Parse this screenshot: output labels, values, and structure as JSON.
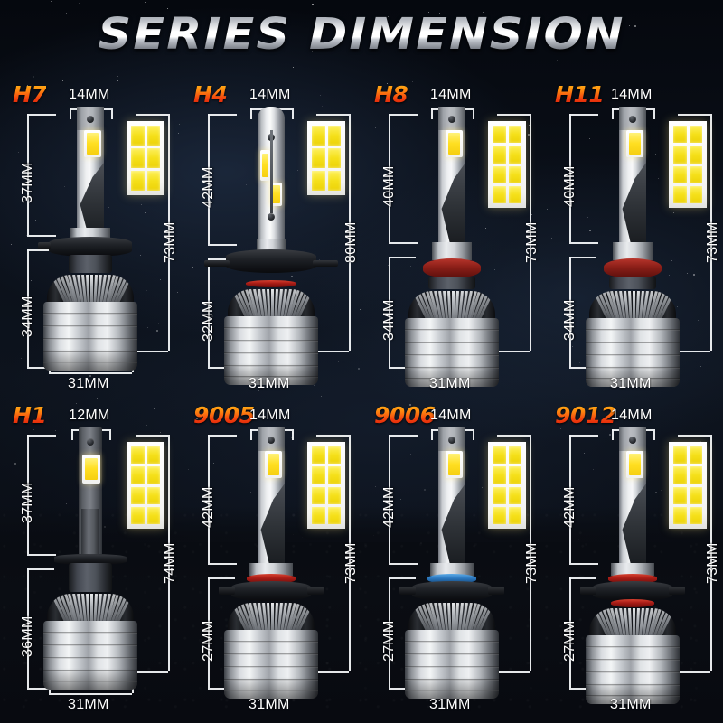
{
  "title": "SERIES DIMENSION",
  "colors": {
    "label_gradient_top": "#ffc21a",
    "label_gradient_bottom": "#cf1406",
    "dimension_text": "#ffffff",
    "ring_red": "#a81c16",
    "ring_blue": "#2a76bd",
    "chip_yellow": "#f5e01a",
    "background": "#06090f"
  },
  "units": "MM",
  "bulbs": [
    {
      "model": "H7",
      "width": "14MM",
      "upper_height": "37MM",
      "lower_height": "34MM",
      "total_height": "73MM",
      "base_width": "31MM",
      "ring_color": "none",
      "chip_rows": 3,
      "chip_cols": 2,
      "shaft_style": "silver",
      "base_style": "flange-plain"
    },
    {
      "model": "H4",
      "width": "14MM",
      "upper_height": "42MM",
      "lower_height": "32MM",
      "total_height": "80MM",
      "base_width": "31MM",
      "ring_color": "red",
      "chip_rows": 3,
      "chip_cols": 2,
      "shaft_style": "dual",
      "base_style": "flange-wide"
    },
    {
      "model": "H8",
      "width": "14MM",
      "upper_height": "40MM",
      "lower_height": "34MM",
      "total_height": "73MM",
      "base_width": "31MM",
      "ring_color": "maroon",
      "chip_rows": 4,
      "chip_cols": 2,
      "shaft_style": "silver",
      "base_style": "collar-thick"
    },
    {
      "model": "H11",
      "width": "14MM",
      "upper_height": "40MM",
      "lower_height": "34MM",
      "total_height": "73MM",
      "base_width": "31MM",
      "ring_color": "maroon",
      "chip_rows": 4,
      "chip_cols": 2,
      "shaft_style": "silver",
      "base_style": "collar-thick"
    },
    {
      "model": "H1",
      "width": "12MM",
      "upper_height": "37MM",
      "lower_height": "36MM",
      "total_height": "74MM",
      "base_width": "31MM",
      "ring_color": "none",
      "chip_rows": 4,
      "chip_cols": 2,
      "shaft_style": "dark",
      "base_style": "disc-plain"
    },
    {
      "model": "9005",
      "width": "14MM",
      "upper_height": "42MM",
      "lower_height": "27MM",
      "total_height": "73MM",
      "base_width": "31MM",
      "ring_color": "red",
      "chip_rows": 4,
      "chip_cols": 2,
      "shaft_style": "silver",
      "base_style": "wing"
    },
    {
      "model": "9006",
      "width": "14MM",
      "upper_height": "42MM",
      "lower_height": "27MM",
      "total_height": "73MM",
      "base_width": "31MM",
      "ring_color": "blue",
      "chip_rows": 4,
      "chip_cols": 2,
      "shaft_style": "silver",
      "base_style": "wing"
    },
    {
      "model": "9012",
      "width": "14MM",
      "upper_height": "42MM",
      "lower_height": "27MM",
      "total_height": "73MM",
      "base_width": "31MM",
      "ring_color": "red",
      "chip_rows": 4,
      "chip_cols": 2,
      "shaft_style": "silver",
      "base_style": "wing-double"
    }
  ]
}
